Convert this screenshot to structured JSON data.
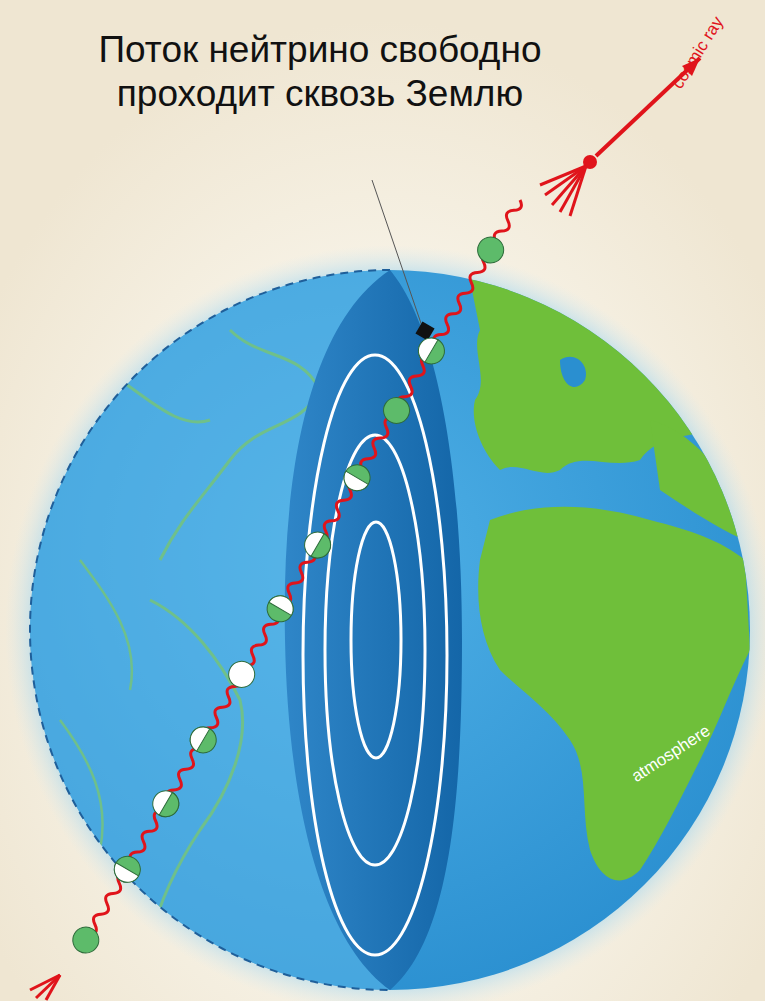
{
  "diagram": {
    "title": "Поток нейтрино свободно проходит сквозь Землю",
    "labels": [
      "cosmic ray",
      "atmosphere"
    ]
  }
}
